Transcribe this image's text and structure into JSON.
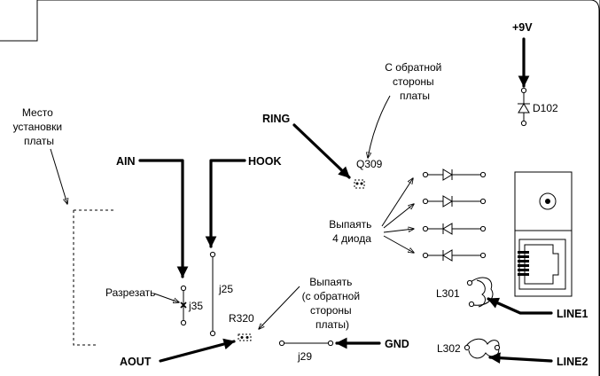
{
  "labels": {
    "plus9v": "+9V",
    "d102": "D102",
    "reverse_side": [
      "С обратной",
      "стороны",
      "платы"
    ],
    "ring": "RING",
    "q309": "Q309",
    "mount_place": [
      "Место",
      "установки",
      "платы"
    ],
    "ain": "AIN",
    "hook": "HOOK",
    "unsolder_diodes": [
      "Выпаять",
      "4 диода"
    ],
    "cut": "Разрезать",
    "j35": "j35",
    "j25": "j25",
    "unsolder_reverse": [
      "Выпаять",
      "(с обратной",
      "стороны",
      "платы)"
    ],
    "r320": "R320",
    "l301": "L301",
    "line1": "LINE1",
    "l302": "L302",
    "line2": "LINE2",
    "aout": "AOUT",
    "gnd": "GND",
    "j29": "j29"
  }
}
